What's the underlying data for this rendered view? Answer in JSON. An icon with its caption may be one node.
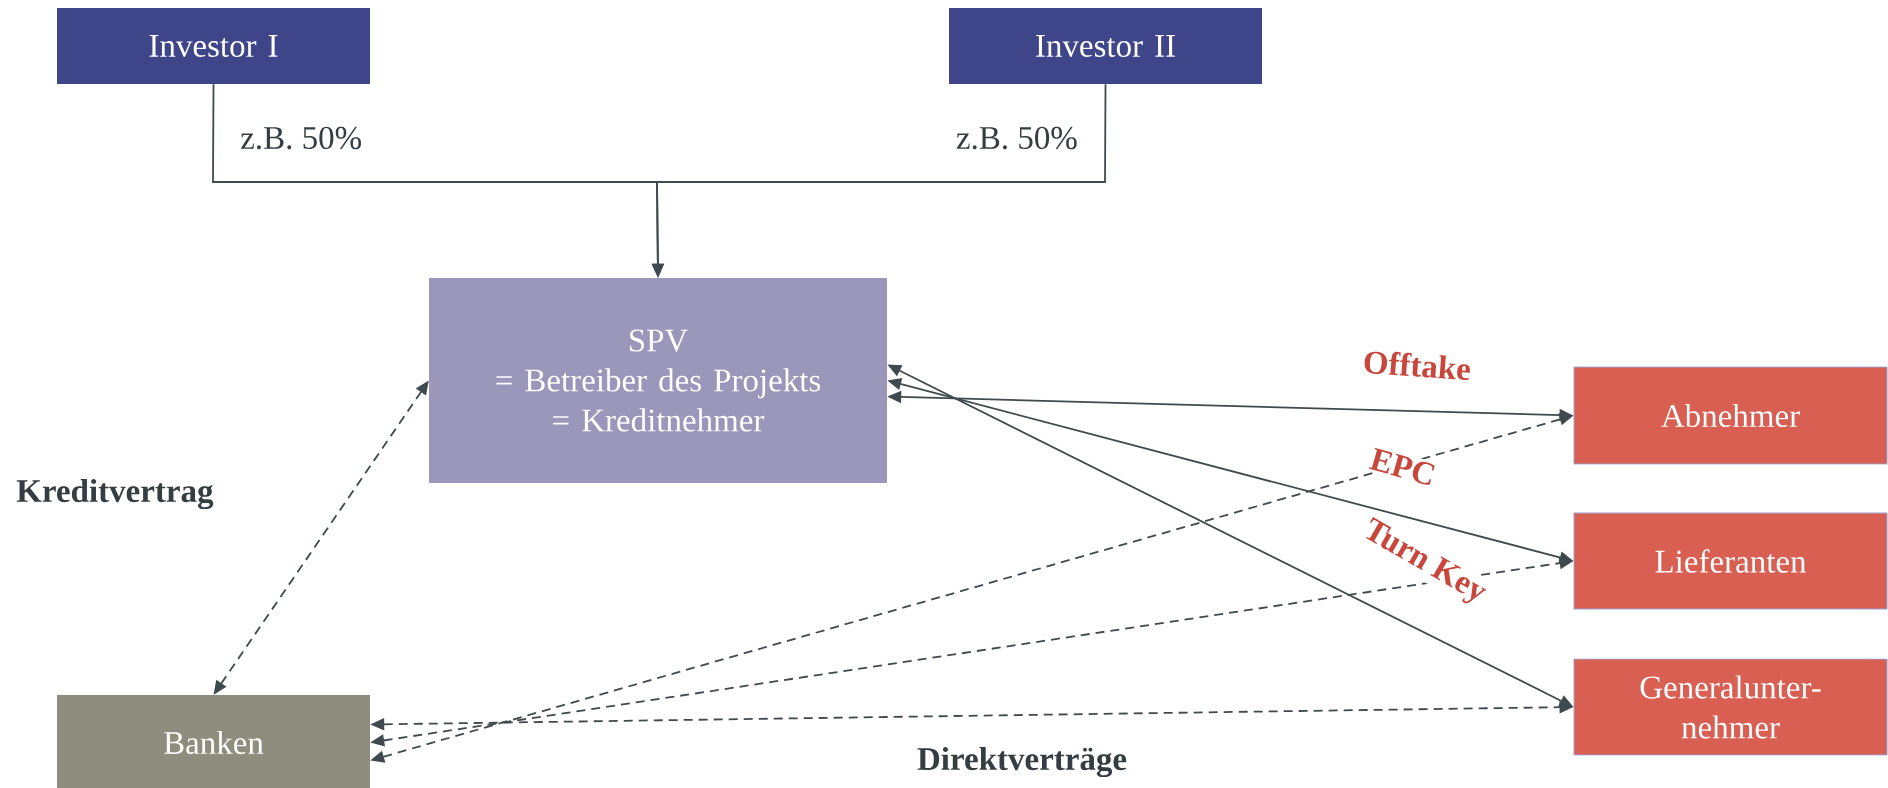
{
  "diagram": {
    "nodes": [
      {
        "text": [
          "Investor I"
        ]
      },
      {
        "text": [
          "Investor II"
        ]
      },
      {
        "text": [
          "SPV",
          "= Betreiber des Projekts",
          "= Kreditnehmer"
        ]
      },
      {
        "text": [
          "Abnehmer"
        ]
      },
      {
        "text": [
          "Lieferanten"
        ]
      },
      {
        "text": [
          "Generalunter- nehmer"
        ]
      },
      {
        "text": [
          "Banken"
        ]
      }
    ],
    "edges": [
      {
        "from": 0,
        "to": 2,
        "arrow": "to",
        "label": "z.B. 50%"
      },
      {
        "from": 1,
        "to": 2,
        "arrow": "to",
        "label": "z.B. 50%"
      },
      {
        "from": 2,
        "to": 3,
        "arrow": "both",
        "label": "Offtake"
      },
      {
        "from": 2,
        "to": 4,
        "arrow": "both",
        "label": "EPC"
      },
      {
        "from": 2,
        "to": 5,
        "arrow": "both",
        "label": "Turn Key"
      },
      {
        "from": 6,
        "to": 2,
        "arrow": "both",
        "label": "Kreditvertrag",
        "style": "dashed"
      },
      {
        "from": 6,
        "to": 3,
        "arrow": "both",
        "style": "dashed"
      },
      {
        "from": 6,
        "to": 4,
        "arrow": "both",
        "style": "dashed"
      },
      {
        "from": 6,
        "to": 5,
        "arrow": "both",
        "label": "Direktverträge",
        "style": "dashed"
      }
    ]
  }
}
